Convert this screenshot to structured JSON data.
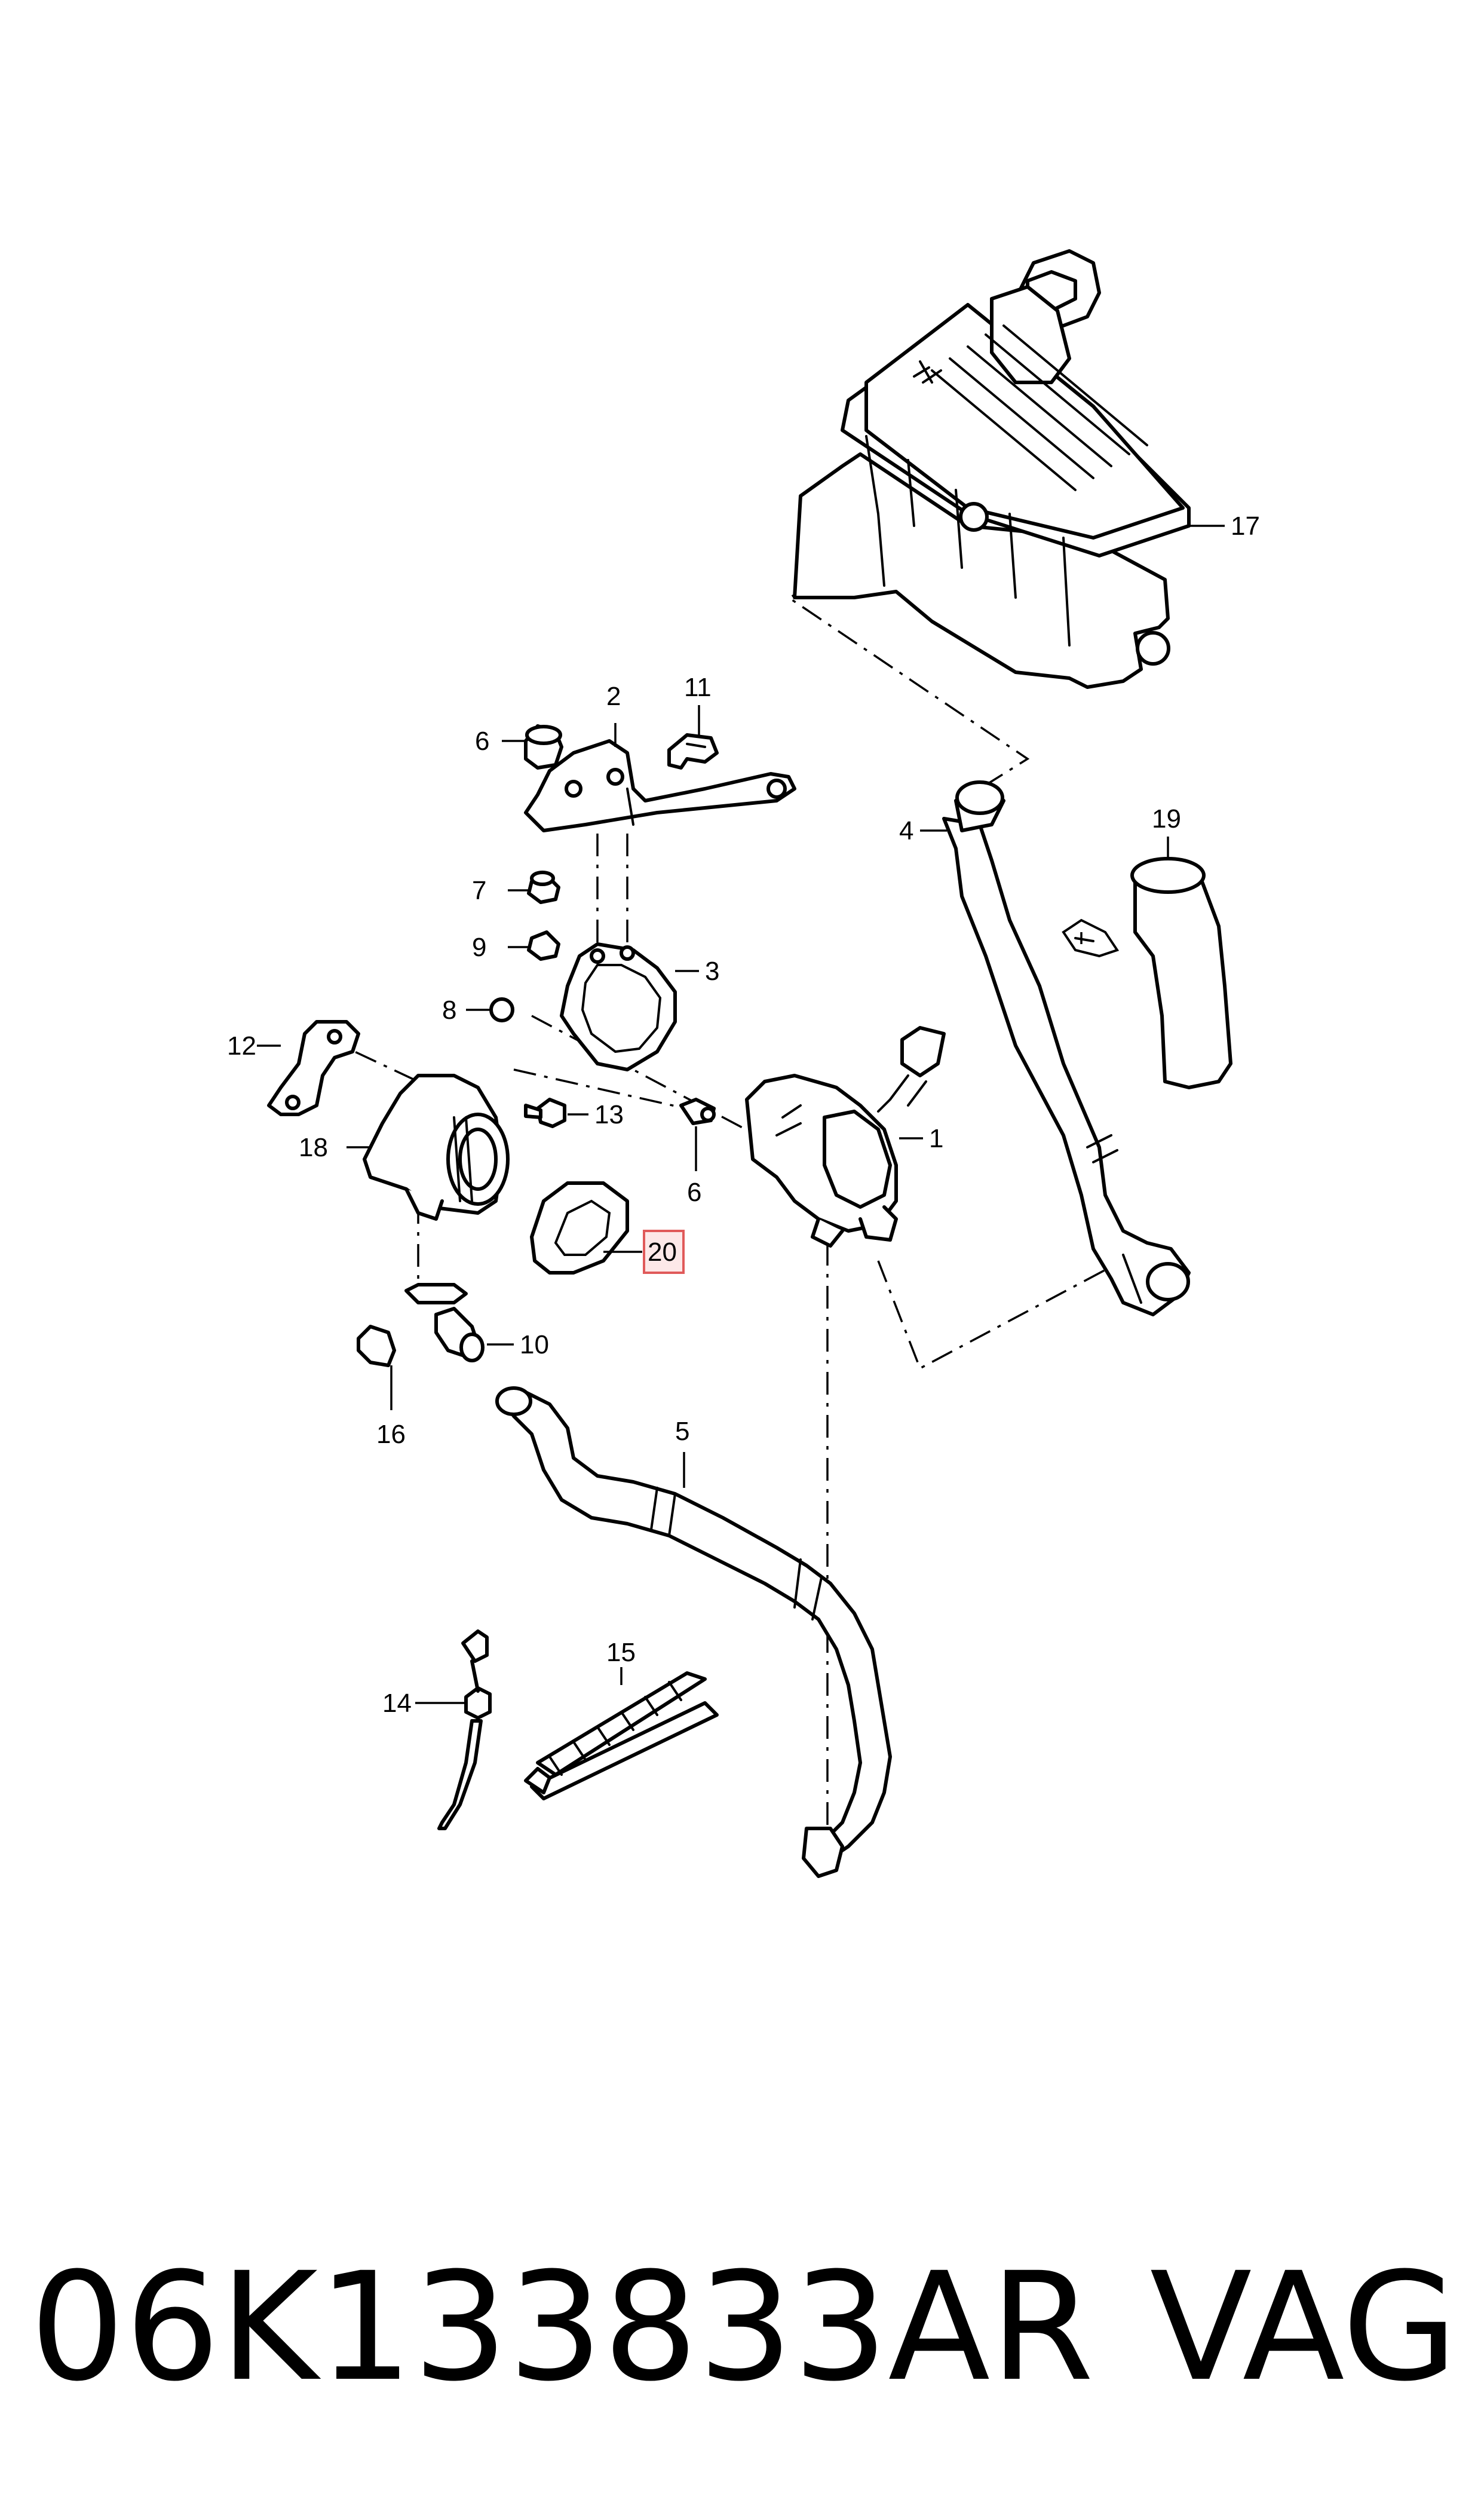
{
  "callouts": [
    {
      "num": "1"
    },
    {
      "num": "2"
    },
    {
      "num": "3"
    },
    {
      "num": "4"
    },
    {
      "num": "5"
    },
    {
      "num": "6"
    },
    {
      "num": "6"
    },
    {
      "num": "7"
    },
    {
      "num": "8"
    },
    {
      "num": "9"
    },
    {
      "num": "10"
    },
    {
      "num": "11"
    },
    {
      "num": "12"
    },
    {
      "num": "13"
    },
    {
      "num": "14"
    },
    {
      "num": "15"
    },
    {
      "num": "16"
    },
    {
      "num": "17"
    },
    {
      "num": "18"
    },
    {
      "num": "19"
    },
    {
      "num": "20",
      "highlighted": true
    }
  ],
  "footer": {
    "part_number": "06K133833AR",
    "brand": "VAG"
  },
  "colors": {
    "highlight_fill": "#fde8e8",
    "highlight_stroke": "#e05a5a",
    "line": "#000000"
  }
}
